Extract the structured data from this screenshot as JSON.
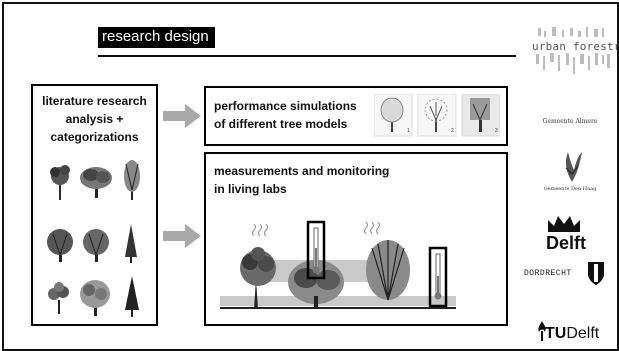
{
  "slide": {
    "title": "research design",
    "logo_text": "urban forestry"
  },
  "boxes": {
    "literature": {
      "line1": "literature research",
      "line2": "analysis +",
      "line3": "categorizations"
    },
    "performance": {
      "line1": "performance simulations",
      "line2": "of different tree models"
    },
    "measurements": {
      "line1": "measurements and monitoring",
      "line2": "in living labs"
    }
  },
  "partners": {
    "almere": "Gemeente Almere",
    "den_haag": "Gemeente Den Haag",
    "delft": "Delft",
    "dordrecht": "DORDRECHT",
    "tu_prefix": "TU",
    "tu_suffix": "Delft"
  },
  "colors": {
    "arrow": "#a9a9a9",
    "band": "#c9c9c9",
    "tree": "#2a2a2a",
    "frame": "#111111"
  },
  "icons": [
    "arrow-right-icon",
    "tree-icon",
    "thermometer-icon",
    "heat-wave-icon",
    "delft-crown-icon",
    "dordrecht-shield-icon",
    "bird-emblem-icon",
    "tu-flame-icon"
  ]
}
